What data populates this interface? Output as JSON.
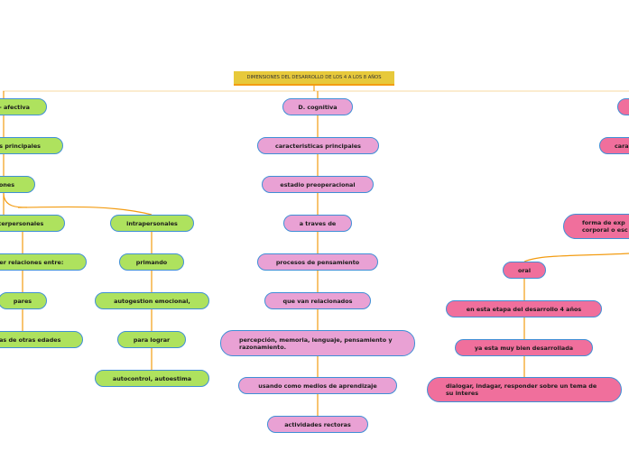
{
  "root": {
    "label": "DIMENSIONES DEL DESARROLLO DE LOS 4 A LOS 8 AÑOS"
  },
  "colors": {
    "line": "#f39c12",
    "guide": "#f7d9a0",
    "border": "#3f8fd6"
  },
  "socio": {
    "afectiva": "- afectiva",
    "caracteristicas": "as principales",
    "relaciones": "ciones",
    "interpersonales": "nterpersonales",
    "establecer": "cer relaciones entre:",
    "pares": "pares",
    "otras_edades": "nas de otras edades",
    "intrapersonales": "intrapersonales",
    "primando": "primando",
    "autogestion": "autogestion emocional,",
    "para_lograr": "para lograr",
    "autocontrol": "autocontrol, autoestima"
  },
  "cognitiva": {
    "title": "D. cognitiva",
    "caracteristicas": "caracteristicas principales",
    "estadio": "estadio preoperacional",
    "a_traves": "a traves de",
    "procesos": "procesos de pensamiento",
    "que_van": "que van relacionados",
    "percepcion": "percepción, memoria, lenguaje, pensamiento y razonamiento.",
    "medios": "usando como medios de aprendizaje",
    "actividades": "actividades rectoras"
  },
  "comunicativa": {
    "cara": "cara",
    "forma": "forma de exp corporal o esc",
    "oral": "oral",
    "etapa": "en esta etapa del desarrollo  4 años",
    "desarrollada": "ya esta muy bien desarrollada",
    "dialogar": "dialogar, indagar, responder sobre un tema de su interes"
  }
}
